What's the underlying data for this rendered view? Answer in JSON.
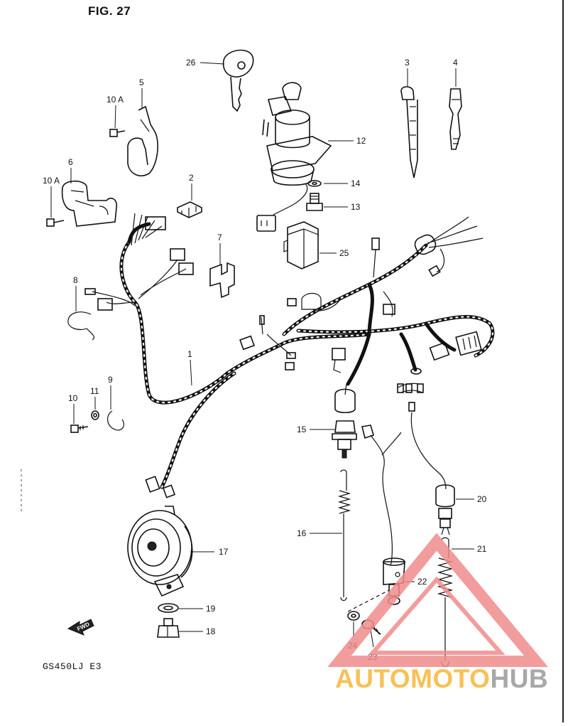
{
  "figure": {
    "title": "FIG. 27",
    "model_code": "GS450LJ  E3"
  },
  "callouts": [
    {
      "id": "26",
      "label": "26"
    },
    {
      "id": "3",
      "label": "3"
    },
    {
      "id": "4",
      "label": "4"
    },
    {
      "id": "5",
      "label": "5"
    },
    {
      "id": "10a_top",
      "label": "10 A"
    },
    {
      "id": "12",
      "label": "12"
    },
    {
      "id": "6",
      "label": "6"
    },
    {
      "id": "10a_left",
      "label": "10 A"
    },
    {
      "id": "2",
      "label": "2"
    },
    {
      "id": "14",
      "label": "14"
    },
    {
      "id": "13",
      "label": "13"
    },
    {
      "id": "25",
      "label": "25"
    },
    {
      "id": "7",
      "label": "7"
    },
    {
      "id": "8",
      "label": "8"
    },
    {
      "id": "1",
      "label": "1"
    },
    {
      "id": "9",
      "label": "9"
    },
    {
      "id": "10",
      "label": "10"
    },
    {
      "id": "11",
      "label": "11"
    },
    {
      "id": "15",
      "label": "15"
    },
    {
      "id": "20",
      "label": "20"
    },
    {
      "id": "16",
      "label": "16"
    },
    {
      "id": "17",
      "label": "17"
    },
    {
      "id": "21",
      "label": "21"
    },
    {
      "id": "22",
      "label": "22"
    },
    {
      "id": "19",
      "label": "19"
    },
    {
      "id": "18",
      "label": "18"
    },
    {
      "id": "24",
      "label": "24"
    },
    {
      "id": "23",
      "label": "23"
    }
  ],
  "arrow": {
    "label": "FWD"
  },
  "watermark": {
    "part1": "AUTOMOTO",
    "part2": "HUB",
    "color1": "#f5b73a",
    "color2": "#9a9a9a",
    "triangle_color": "#f08c8c"
  }
}
